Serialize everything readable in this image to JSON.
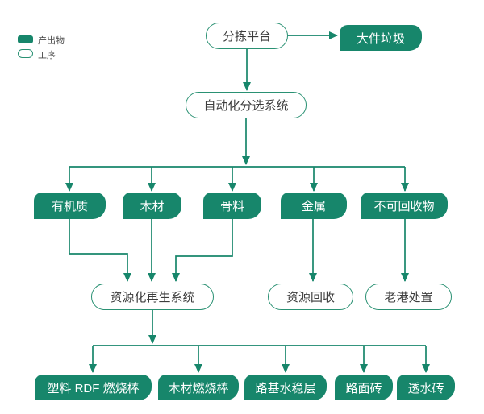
{
  "legend": {
    "output_label": "产出物",
    "process_label": "工序"
  },
  "colors": {
    "accent_green": "#17866b",
    "outline_border": "#2a9173",
    "process_text": "#3d3d3d",
    "output_text": "#ffffff"
  },
  "nodes": {
    "sorting_platform": {
      "label": "分拣平台",
      "type": "process"
    },
    "large_waste": {
      "label": "大件垃圾",
      "type": "output"
    },
    "auto_sorting": {
      "label": "自动化分选系统",
      "type": "process"
    },
    "organic": {
      "label": "有机质",
      "type": "output"
    },
    "wood": {
      "label": "木材",
      "type": "output"
    },
    "aggregate": {
      "label": "骨料",
      "type": "output"
    },
    "metal": {
      "label": "金属",
      "type": "output"
    },
    "non_recyclable": {
      "label": "不可回收物",
      "type": "output"
    },
    "regeneration_system": {
      "label": "资源化再生系统",
      "type": "process"
    },
    "resource_recovery": {
      "label": "资源回收",
      "type": "process"
    },
    "laogang_disposal": {
      "label": "老港处置",
      "type": "process"
    },
    "plastic_rdf_rod": {
      "label": "塑料 RDF 燃烧棒",
      "type": "output"
    },
    "wood_rod": {
      "label": "木材燃烧棒",
      "type": "output"
    },
    "roadbed_layer": {
      "label": "路基水稳层",
      "type": "output"
    },
    "pavement_brick": {
      "label": "路面砖",
      "type": "output"
    },
    "permeable_brick": {
      "label": "透水砖",
      "type": "output"
    }
  },
  "edges": [
    {
      "from": "分拣平台",
      "to": "大件垃圾"
    },
    {
      "from": "分拣平台",
      "to": "自动化分选系统"
    },
    {
      "from": "自动化分选系统",
      "to": "有机质"
    },
    {
      "from": "自动化分选系统",
      "to": "木材"
    },
    {
      "from": "自动化分选系统",
      "to": "骨料"
    },
    {
      "from": "自动化分选系统",
      "to": "金属"
    },
    {
      "from": "自动化分选系统",
      "to": "不可回收物"
    },
    {
      "from": "有机质",
      "to": "资源化再生系统"
    },
    {
      "from": "木材",
      "to": "资源化再生系统"
    },
    {
      "from": "骨料",
      "to": "资源化再生系统"
    },
    {
      "from": "金属",
      "to": "资源回收"
    },
    {
      "from": "不可回收物",
      "to": "老港处置"
    },
    {
      "from": "资源化再生系统",
      "to": "塑料 RDF 燃烧棒"
    },
    {
      "from": "资源化再生系统",
      "to": "木材燃烧棒"
    },
    {
      "from": "资源化再生系统",
      "to": "路基水稳层"
    },
    {
      "from": "资源化再生系统",
      "to": "路面砖"
    },
    {
      "from": "资源化再生系统",
      "to": "透水砖"
    }
  ]
}
